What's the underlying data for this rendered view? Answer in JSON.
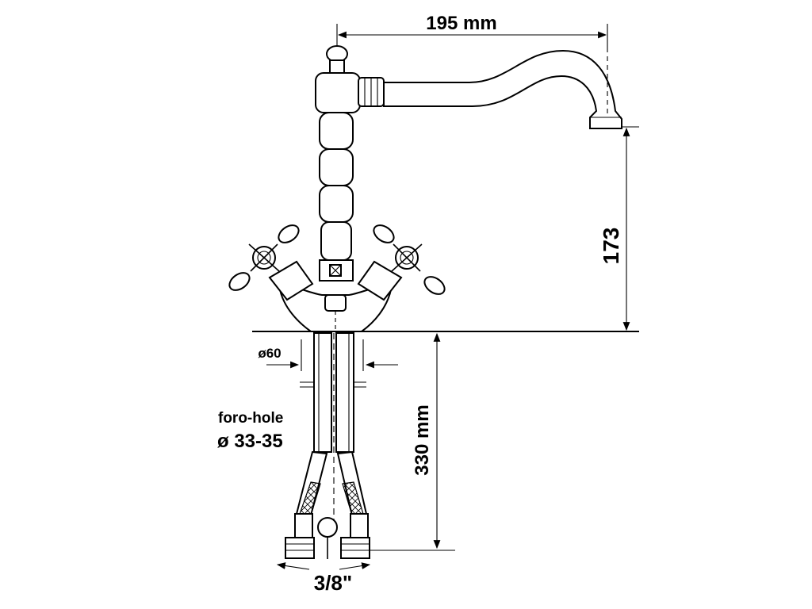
{
  "dimensions": {
    "spout_reach": "195 mm",
    "spout_height": "173",
    "base_diameter": "ø60",
    "hole_label": "foro-hole",
    "hole_diameter": "ø 33-35",
    "hose_length": "330 mm",
    "connection": "3/8\""
  }
}
